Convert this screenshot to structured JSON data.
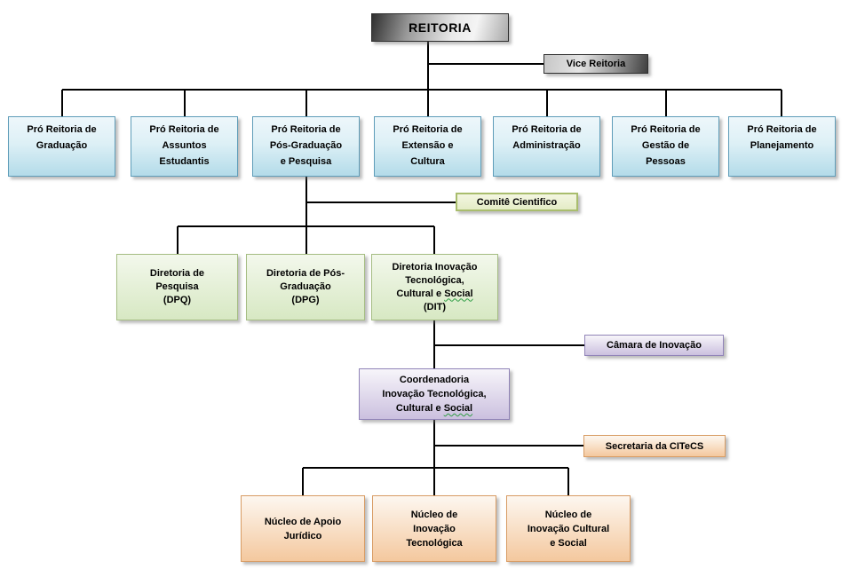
{
  "colors": {
    "connector": "#000000",
    "blue_top": "#eef7fb",
    "blue_bottom": "#b3dbe9",
    "blue_border": "#5f9db9",
    "green_top": "#f3f8ec",
    "green_bottom": "#d7e8c3",
    "green_border": "#a5bd83",
    "comite_top": "#f3f6e1",
    "comite_bottom": "#e4ecc6",
    "comite_border": "#a9bd6d",
    "purple_top": "#f7f5fa",
    "purple_bottom": "#cbc0df",
    "purple_border": "#9184b8",
    "orange_top": "#fdf7f0",
    "orange_bottom": "#f4c89e",
    "orange_border": "#d89c64"
  },
  "nodes": {
    "reitoria": {
      "label": "REITORIA"
    },
    "vice_reitoria": {
      "label": "Vice Reitoria"
    },
    "pro_reitorias": [
      {
        "label": "Pró Reitoria de\nGraduação"
      },
      {
        "label": "Pró Reitoria de\nAssuntos\nEstudantis"
      },
      {
        "label": "Pró Reitoria de\nPós-Graduação\ne Pesquisa"
      },
      {
        "label": "Pró Reitoria de\nExtensão e\nCultura"
      },
      {
        "label": "Pró Reitoria de\nAdministração"
      },
      {
        "label": "Pró Reitoria de\nGestão de\nPessoas"
      },
      {
        "label": "Pró Reitoria de\nPlanejamento"
      }
    ],
    "comite": {
      "label": "Comitê Cientifico"
    },
    "diretorias": [
      {
        "label": "Diretoria de\nPesquisa\n(DPQ)"
      },
      {
        "label": "Diretoria de Pós-\nGraduação\n(DPG)"
      },
      {
        "before": "Diretoria Inovação\nTecnológica,\nCultural e ",
        "squiggle_word": "Social",
        "after": "\n(DIT)"
      }
    ],
    "camara": {
      "label": "Câmara de Inovação"
    },
    "coordenadoria": {
      "before": "Coordenadoria\nInovação Tecnológica,\nCultural e ",
      "squiggle_word": "Social",
      "after": ""
    },
    "secretaria": {
      "label": "Secretaria da CITeCS"
    },
    "nucleos": [
      {
        "label": "Núcleo de Apoio\nJurídico"
      },
      {
        "label": "Núcleo de\nInovação\nTecnológica"
      },
      {
        "label": "Núcleo de\nInovação Cultural\ne Social"
      }
    ]
  }
}
